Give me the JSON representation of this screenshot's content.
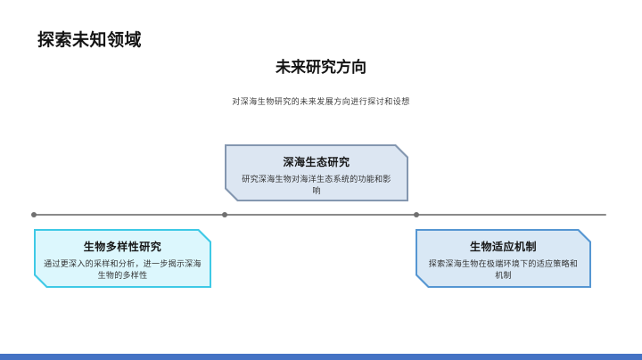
{
  "slide": {
    "page_title": "探索未知领域",
    "section_heading": "未来研究方向",
    "subtitle": "对深海生物研究的未来发展方向进行探讨和设想"
  },
  "cards": [
    {
      "title": "深海生态研究",
      "description": "研究深海生物对海洋生态系统的功能和影响",
      "position": "above-timeline",
      "fill_color": "#dce6f2",
      "border_color": "#8497b0"
    },
    {
      "title": "生物多样性研究",
      "description": "通过更深入的采样和分析，进一步揭示深海生物的多样性",
      "position": "below-timeline-left",
      "fill_color": "#dcf7fd",
      "border_color": "#3ec9e6"
    },
    {
      "title": "生物适应机制",
      "description": "探索深海生物在极端环境下的适应策略和机制",
      "position": "below-timeline-right",
      "fill_color": "#d9e8f5",
      "border_color": "#5596d2"
    }
  ],
  "timeline": {
    "dot_count": 3,
    "line_color": "#8a8a8a",
    "dot_color": "#707070"
  },
  "footer": {
    "accent_color": "#4472c4"
  }
}
